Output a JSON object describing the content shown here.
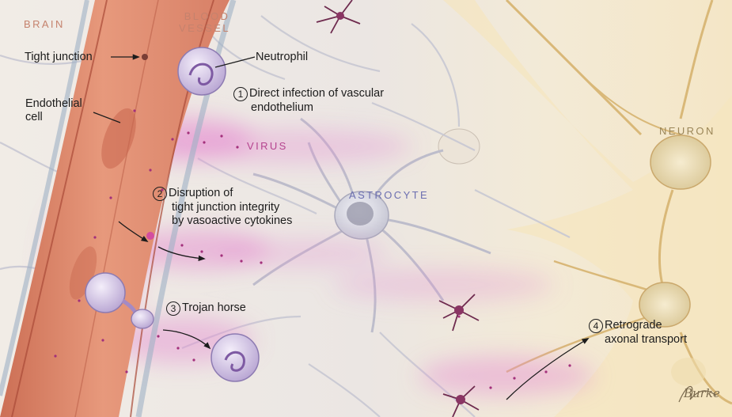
{
  "labels": {
    "brain": "BRAIN",
    "blood_vessel_line1": "BLOOD",
    "blood_vessel_line2": "VESSEL",
    "tight_junction": "Tight junction",
    "neutrophil": "Neutrophil",
    "endothelial_line1": "Endothelial",
    "endothelial_line2": "cell",
    "virus": "VIRUS",
    "astrocyte": "ASTROCYTE",
    "neuron": "NEURON"
  },
  "mechanisms": [
    {
      "number": "1",
      "lines": [
        "Direct infection of vascular",
        "endothelium"
      ]
    },
    {
      "number": "2",
      "lines": [
        "Disruption of",
        "tight junction integrity",
        "by vasoactive cytokines"
      ]
    },
    {
      "number": "3",
      "lines": [
        "Trojan horse"
      ]
    },
    {
      "number": "4",
      "lines": [
        "Retrograde",
        "axonal transport"
      ]
    }
  ],
  "signature": "Burke",
  "colors": {
    "region_label": "#c5826d",
    "virus_label": "#b5448f",
    "astrocyte_label": "#6c6fb0",
    "neuron_label": "#9b8658",
    "text": "#1c1c1c"
  }
}
